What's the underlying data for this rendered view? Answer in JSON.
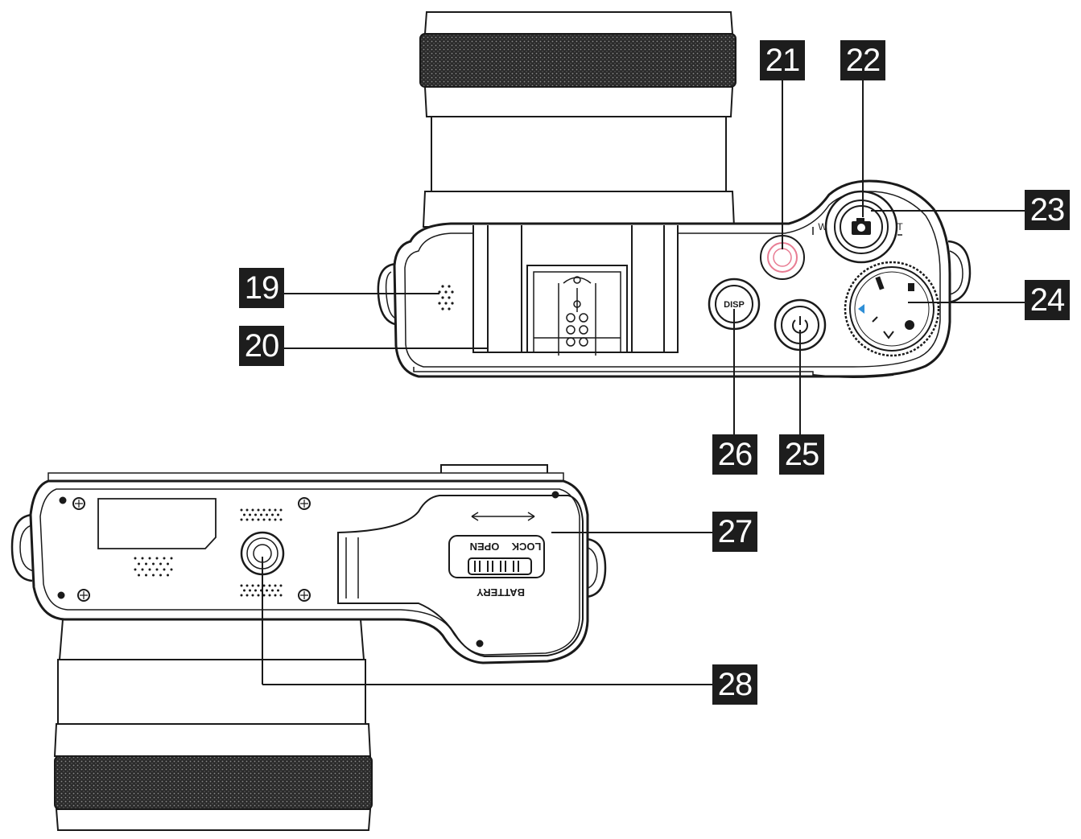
{
  "diagram": {
    "callouts": [
      {
        "id": "c19",
        "number": "19"
      },
      {
        "id": "c20",
        "number": "20"
      },
      {
        "id": "c21",
        "number": "21"
      },
      {
        "id": "c22",
        "number": "22"
      },
      {
        "id": "c23",
        "number": "23"
      },
      {
        "id": "c24",
        "number": "24"
      },
      {
        "id": "c25",
        "number": "25"
      },
      {
        "id": "c26",
        "number": "26"
      },
      {
        "id": "c27",
        "number": "27"
      },
      {
        "id": "c28",
        "number": "28"
      }
    ],
    "top_view": {
      "disp_label": "DISP",
      "zoom_wide_label": "W",
      "zoom_tele_label": "T"
    },
    "bottom_view": {
      "lock_label": "LOCK",
      "open_label": "OPEN",
      "battery_label": "BATTERY"
    },
    "colors": {
      "line": "#1a1a1a",
      "callout_bg": "#1d1d1d",
      "callout_text": "#ffffff",
      "shutter_accent": "#e87c93",
      "dial_accent": "#2f8fd6"
    }
  }
}
